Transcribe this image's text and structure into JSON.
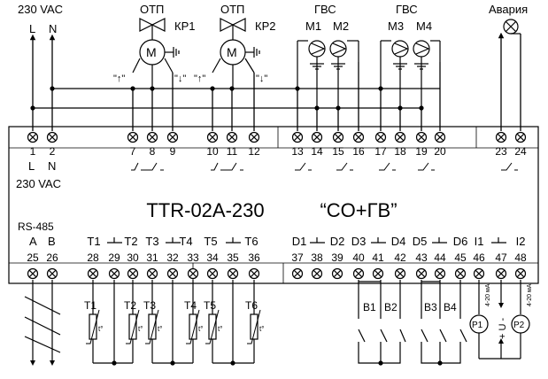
{
  "supply": {
    "voltage": "230 VAC",
    "l": "L",
    "n": "N"
  },
  "groups": {
    "otp1": "ОТП",
    "otp2": "ОТП",
    "gvs1": "ГВС",
    "gvs2": "ГВС",
    "alarm": "Авария"
  },
  "valves": {
    "kr1": "КР1",
    "kr2": "КР2",
    "motor": "M"
  },
  "pumps": [
    "M1",
    "M2",
    "M3",
    "M4"
  ],
  "arrows": {
    "up": "\"↑\"",
    "down": "\"↓\""
  },
  "device": {
    "model": "TTR-02A-230",
    "mode": "“CO+ГВ”"
  },
  "top_terminals": [
    "1",
    "2",
    "7",
    "8",
    "9",
    "10",
    "11",
    "12",
    "13",
    "14",
    "15",
    "16",
    "17",
    "18",
    "19",
    "20",
    "23",
    "24"
  ],
  "bottom_terminals": [
    "25",
    "26",
    "28",
    "29",
    "30",
    "31",
    "32",
    "33",
    "34",
    "35",
    "36",
    "37",
    "38",
    "39",
    "40",
    "41",
    "42",
    "43",
    "44",
    "45",
    "46",
    "47",
    "48"
  ],
  "bottom_labels": {
    "rs485": "RS-485",
    "a": "A",
    "b": "B",
    "t": [
      "T1",
      "T2",
      "T3",
      "T4",
      "T5",
      "T6"
    ],
    "d": [
      "D1",
      "D2",
      "D3",
      "D4",
      "D5",
      "D6"
    ],
    "i": [
      "I1",
      "I2"
    ]
  },
  "sensors": [
    "T1",
    "T2",
    "T3",
    "T4",
    "T5",
    "T6"
  ],
  "sensor_mark": "t°",
  "inputs": [
    "B1",
    "B2",
    "B3",
    "B4"
  ],
  "analog": {
    "p1": "P1",
    "p2": "P2",
    "u": "+ U -",
    "current": "4-20 мА"
  }
}
